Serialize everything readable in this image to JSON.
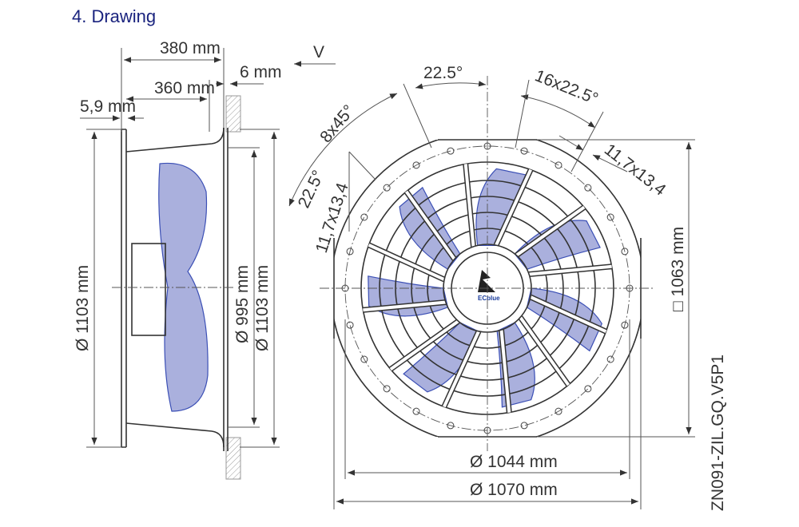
{
  "title": "4.  Drawing",
  "side_view": {
    "dim_380": "380 mm",
    "dim_360": "360 mm",
    "dim_6": "6 mm",
    "dim_5_9": "5,9 mm",
    "view_v": "V",
    "dia_1103_left": "Ø 1103 mm",
    "dia_995": "Ø 995 mm",
    "dia_1103_right": "Ø 1103 mm"
  },
  "front_view": {
    "angle_top": "22.5°",
    "angle_16x": "16x22.5°",
    "angle_8x": "8x45°",
    "angle_left": "22.5°",
    "slot_right": "11,7x13,4",
    "slot_left": "11,7x13,4",
    "square_1063": "□ 1063 mm",
    "dia_1044": "Ø 1044 mm",
    "dia_1070": "Ø 1070 mm",
    "model_code": "ZN091-ZIL.GQ.V5P1",
    "logo": "ECblue"
  },
  "colors": {
    "title": "#1a237e",
    "blade": "#aab0dd",
    "blade_edge": "#3b4fb5"
  }
}
